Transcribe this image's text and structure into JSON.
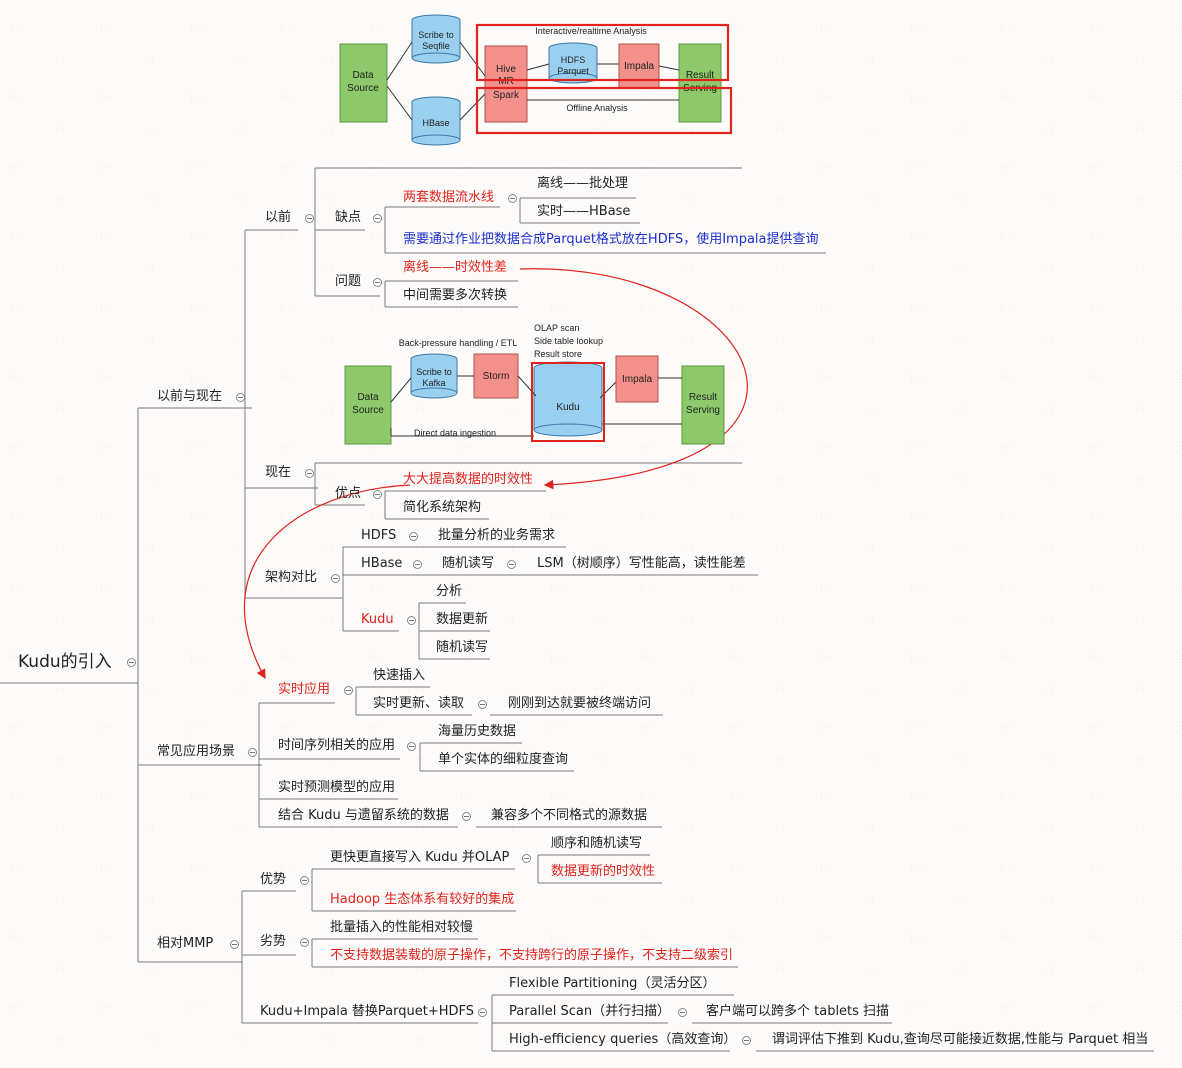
{
  "root": "Kudu的引入",
  "branches": {
    "past_present": "以前与现在",
    "before": "以前",
    "defects": "缺点",
    "two_pipelines": "两套数据流水线",
    "offline_batch": "离线——批处理",
    "realtime_hbase": "实时——HBase",
    "parquet_job": "需要通过作业把数据合成Parquet格式放在HDFS，使用Impala提供查询",
    "problems": "问题",
    "offline_latency": "离线——时效性差",
    "multi_convert": "中间需要多次转换",
    "now": "现在",
    "advantages": "优点",
    "improve_timeliness": "大大提高数据的时效性",
    "simplify_arch": "简化系统架构",
    "arch_compare": "架构对比",
    "hdfs": "HDFS",
    "hdfs_desc": "批量分析的业务需求",
    "hbase": "HBase",
    "random_rw": "随机读写",
    "lsm": "LSM（树顺序）写性能高，读性能差",
    "kudu": "Kudu",
    "analysis": "分析",
    "data_update": "数据更新",
    "random_rw2": "随机读写",
    "scenarios": "常见应用场景",
    "realtime_app": "实时应用",
    "fast_insert": "快速插入",
    "realtime_update_read": "实时更新、读取",
    "just_arrived": "刚刚到达就要被终端访问",
    "timeseries": "时间序列相关的应用",
    "massive_history": "海量历史数据",
    "single_entity": "单个实体的细粒度查询",
    "predictive": "实时预测模型的应用",
    "legacy": "结合 Kudu 与遗留系统的数据",
    "compatible": "兼容多个不同格式的源数据",
    "vs_mmp": "相对MMP",
    "pros": "优势",
    "faster_write": "更快更直接写入 Kudu 并OLAP",
    "seq_random": "顺序和随机读写",
    "update_timeliness": "数据更新的时效性",
    "hadoop_integration": "Hadoop 生态体系有较好的集成",
    "cons": "劣势",
    "batch_slow": "批量插入的性能相对较慢",
    "no_atomic": "不支持数据装载的原子操作，不支持跨行的原子操作，不支持二级索引",
    "kudu_impala": "Kudu+Impala 替换Parquet+HDFS",
    "flex_part": "Flexible Partitioning（灵活分区）",
    "parallel_scan": "Parallel Scan（并行扫描）",
    "client_tablets": "客户端可以跨多个 tablets 扫描",
    "high_eff": "High-efficiency queries（高效查询）",
    "predicate": "谓词评估下推到 Kudu,查询尽可能接近数据,性能与 Parquet 相当"
  },
  "diagram_before": {
    "data_source": [
      "Data",
      "Source"
    ],
    "scribe": [
      "Scribe to",
      "Seqfile"
    ],
    "hbase": "HBase",
    "hive_mr": [
      "Hive",
      "MR"
    ],
    "spark": "Spark",
    "hdfs_parquet": [
      "HDFS",
      "Parquet"
    ],
    "impala": "Impala",
    "result": [
      "Result",
      "Serving"
    ],
    "interactive_label": "Interactive/realtime Analysis",
    "offline_label": "Offline Analysis"
  },
  "diagram_now": {
    "data_source": [
      "Data",
      "Source"
    ],
    "scribe": [
      "Scribe to",
      "Kafka"
    ],
    "storm": "Storm",
    "kudu": "Kudu",
    "impala": "Impala",
    "result": [
      "Result",
      "Serving"
    ],
    "backpressure": "Back-pressure handling / ETL",
    "olap": [
      "OLAP scan",
      "Side table lookup",
      "Result store"
    ],
    "direct": "Direct data ingestion"
  },
  "colors": {
    "red": "#e0231c",
    "blue": "#1b2fcf",
    "green": "#8dc96b",
    "pink": "#f4908a",
    "cyan": "#9ad0ef"
  }
}
